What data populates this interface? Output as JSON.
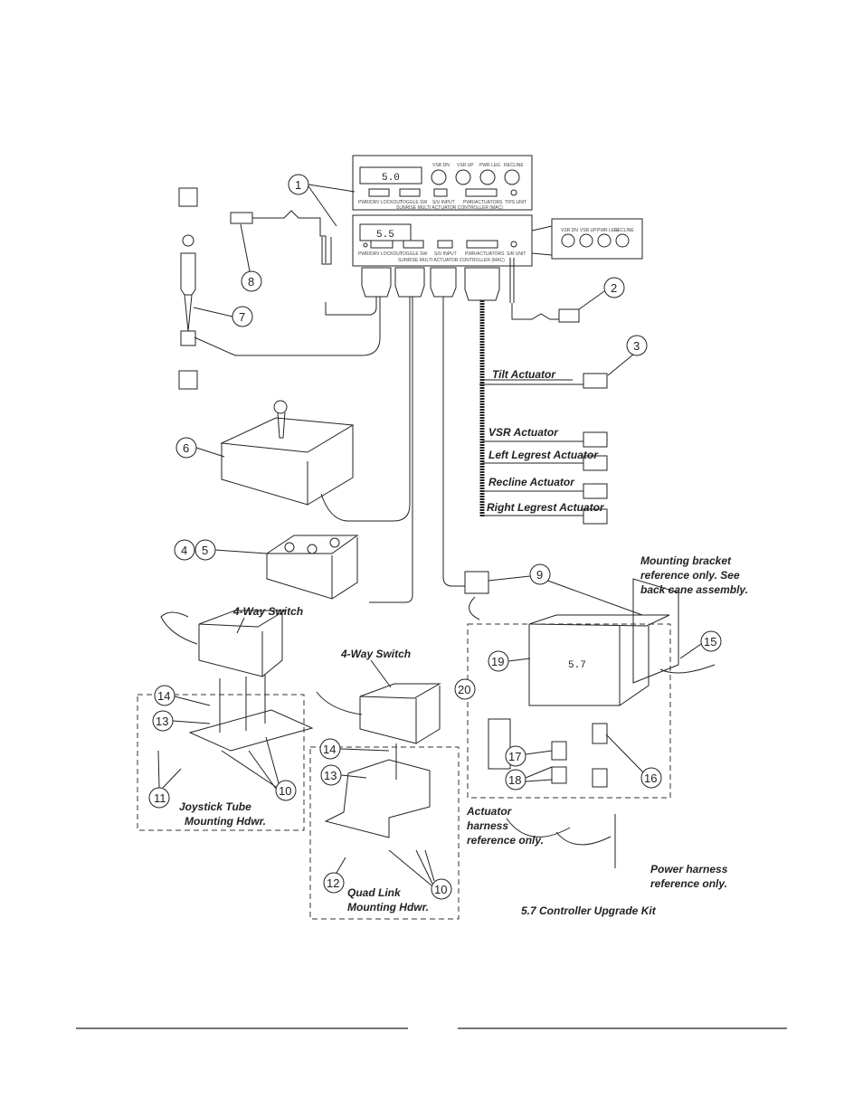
{
  "controllers": {
    "upper": {
      "display": "5.0",
      "dials": [
        "VSR DN",
        "VSR UP",
        "PWR LEG",
        "RECLINE"
      ],
      "ports": [
        "PWR/DRV LOCKOUT",
        "TOGGLE SW",
        "S/U INPUT",
        "PWR/ACTUATORS",
        "TIPS UNIT"
      ],
      "subtitle": "SUNRISE MULTI ACTUATOR CONTROLLER (MAC)"
    },
    "lower": {
      "display": "5.5",
      "ports": [
        "PWR/DRV LOCKOUT",
        "TOGGLE SW",
        "S/U INPUT",
        "PWR/ACTUATORS",
        "S/R UNIT"
      ],
      "subtitle": "SUNRISE MULTI ACTUATOR CONTROLLER (MAC)",
      "dials": [
        "VSR DN",
        "VSR UP",
        "PWR LEG",
        "RECLINE"
      ]
    }
  },
  "callouts": [
    "1",
    "2",
    "3",
    "4",
    "5",
    "6",
    "7",
    "8",
    "9",
    "10",
    "10",
    "11",
    "12",
    "13",
    "13",
    "14",
    "14",
    "15",
    "16",
    "17",
    "18",
    "19",
    "20"
  ],
  "actuators": [
    "Tilt Actuator",
    "VSR Actuator",
    "Left Legrest Actuator",
    "Recline Actuator",
    "Right Legrest Actuator"
  ],
  "switch_labels": [
    "4-Way Switch",
    "4-Way Switch"
  ],
  "kit_labels": {
    "joystick": [
      "Joystick Tube",
      "Mounting Hdwr."
    ],
    "quad": [
      "Quad Link",
      "Mounting Hdwr."
    ],
    "upgrade": "5.7 Controller Upgrade Kit"
  },
  "notes": {
    "bracket": [
      "Mounting bracket",
      "reference only. See",
      "back cane assembly."
    ],
    "actuator_harness": [
      "Actuator",
      "harness",
      "reference only."
    ],
    "power_harness": [
      "Power harness",
      "reference only."
    ]
  },
  "controller_57_display": "5.7"
}
